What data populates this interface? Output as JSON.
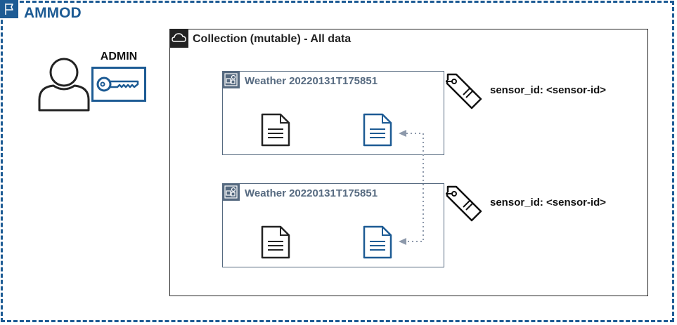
{
  "header": {
    "title": "AMMOD",
    "icon": "flag-icon"
  },
  "admin": {
    "label": "ADMIN",
    "icons": [
      "user-icon",
      "key-icon"
    ]
  },
  "collection": {
    "title": "Collection (mutable) - All data",
    "icon": "cloud-icon"
  },
  "groups": [
    {
      "title": "Weather 20220131T175851",
      "icon": "group-icon",
      "tag": "sensor_id: <sensor-id>"
    },
    {
      "title": "Weather 20220131T175851",
      "icon": "group-icon",
      "tag": "sensor_id: <sensor-id>"
    }
  ],
  "colors": {
    "frame": "#1d5b94",
    "collection_border": "#232323",
    "group_border": "#566a80",
    "connector": "#8d99ab"
  }
}
